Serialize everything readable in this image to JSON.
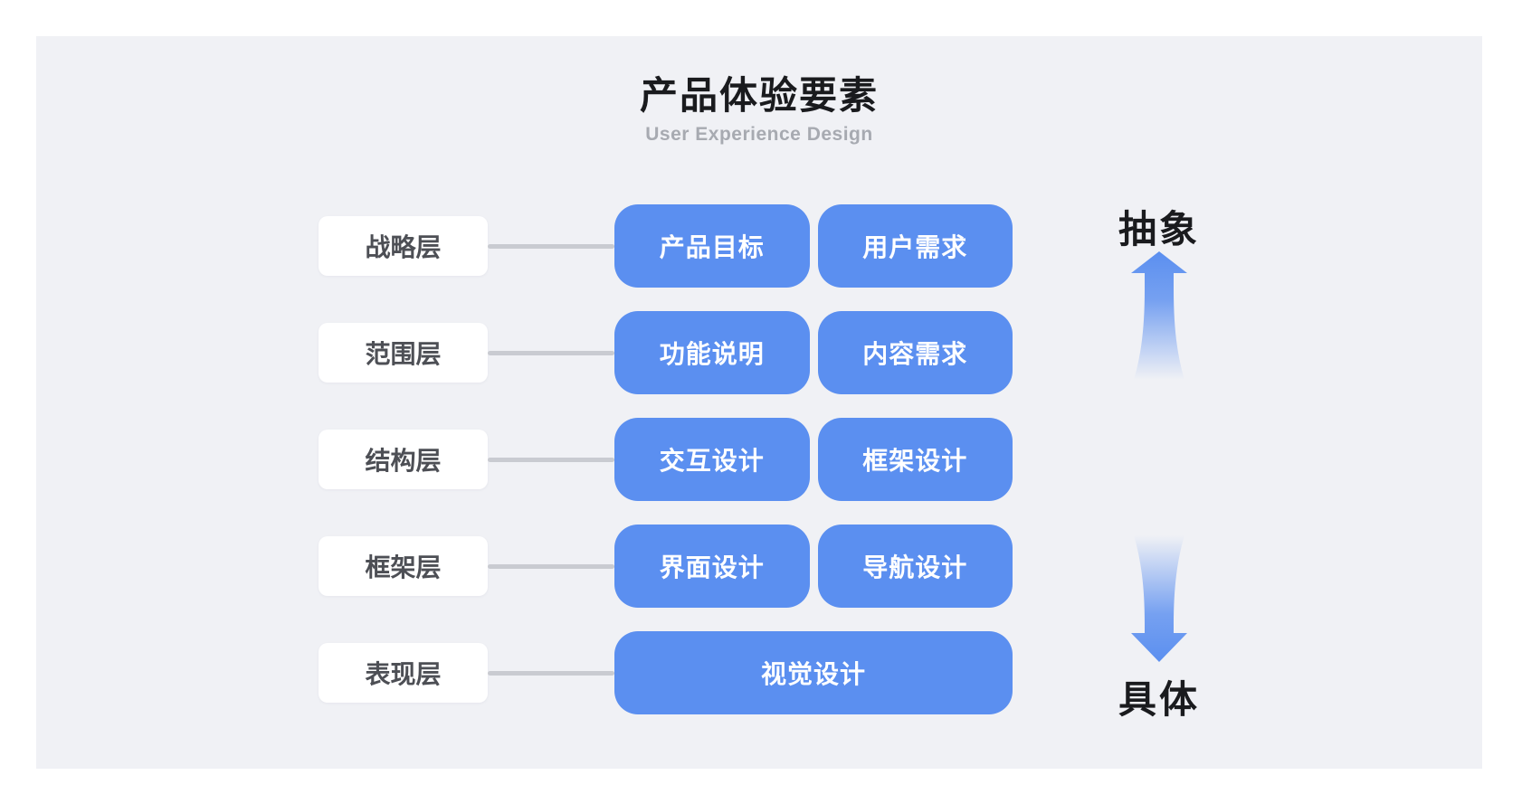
{
  "header": {
    "title": "产品体验要素",
    "subtitle": "User Experience Design"
  },
  "rows": [
    {
      "label": "战略层",
      "items": [
        "产品目标",
        "用户需求"
      ]
    },
    {
      "label": "范围层",
      "items": [
        "功能说明",
        "内容需求"
      ]
    },
    {
      "label": "结构层",
      "items": [
        "交互设计",
        "框架设计"
      ]
    },
    {
      "label": "框架层",
      "items": [
        "界面设计",
        "导航设计"
      ]
    },
    {
      "label": "表现层",
      "items": [
        "视觉设计"
      ]
    }
  ],
  "axis": {
    "top_label": "抽象",
    "bottom_label": "具体"
  },
  "colors": {
    "accent": "#5B8FF0",
    "panel_bg": "#F0F1F5",
    "card_bg": "#FFFFFF",
    "connector": "#C9CBD1",
    "title_text": "#1A1B1E",
    "subtitle_text": "#A7AAB1",
    "label_text": "#4D4F55",
    "chip_text": "#FFFFFF"
  }
}
